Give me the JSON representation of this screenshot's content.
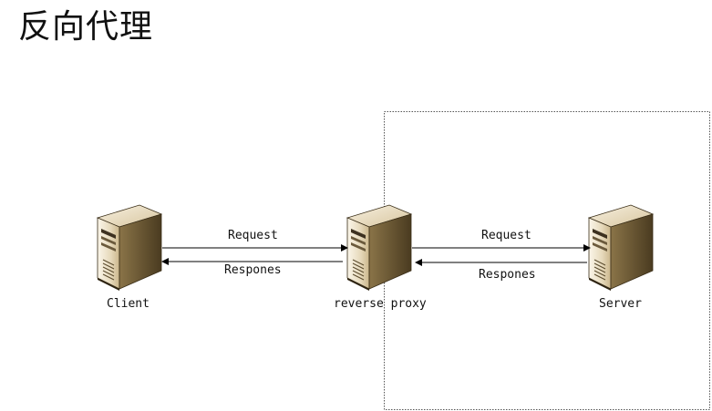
{
  "title": "反向代理",
  "nodes": {
    "client": {
      "label": "Client"
    },
    "proxy": {
      "label": "reverse proxy"
    },
    "server": {
      "label": "Server"
    }
  },
  "edges": {
    "client_to_proxy_request": "Request",
    "proxy_to_client_response": "Respones",
    "proxy_to_server_request": "Request",
    "server_to_proxy_response": "Respones"
  },
  "colors": {
    "server_body_light": "#f2e8d3",
    "server_body_mid": "#d8c8a4",
    "server_body_dark": "#5a4a2c",
    "line": "#000000",
    "boundary": "#555555"
  },
  "icons": {
    "client": "server-tower-icon",
    "proxy": "server-tower-icon",
    "server": "server-tower-icon"
  }
}
